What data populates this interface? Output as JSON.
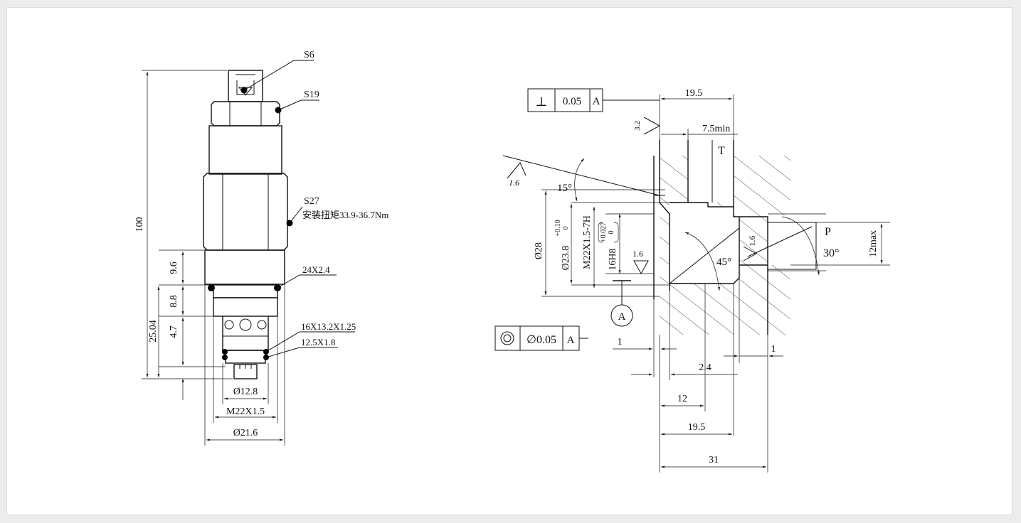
{
  "left_view": {
    "callouts": {
      "s6": "S6",
      "s19": "S19",
      "s27": "S27",
      "torque": "安装扭矩33.9-36.7Nm",
      "oring1": "24X2.4",
      "oring2": "16X13.2X1.25",
      "oring3": "12.5X1.8"
    },
    "dims": {
      "total_height": "100",
      "h_9_6": "9.6",
      "h_8_8": "8.8",
      "h_4_7": "4.7",
      "h_25_04": "25.04",
      "d_12_8": "Ø12.8",
      "thread": "M22X1.5",
      "d_21_6": "Ø21.6"
    }
  },
  "right_view": {
    "tol_perp": {
      "symbol": "⊥",
      "value": "0.05",
      "datum": "A"
    },
    "tol_conc": {
      "symbol": "◎",
      "value": "∅0.05",
      "datum": "A"
    },
    "datum_label": "A",
    "port_t": "T",
    "port_p": "P",
    "angle_15": "15°",
    "angle_45": "45°",
    "angle_30": "30°",
    "rough_1": "1.6",
    "rough_2": "3.2",
    "rough_3": "1.6",
    "rough_4": "1.6",
    "dims": {
      "top_19_5": "19.5",
      "top_7_5": "7.5min",
      "d28": "Ø28",
      "d23_8": "Ø23.8",
      "d23_8_tol_upper": "+0.10",
      "d23_8_tol_lower": "0",
      "thread": "M22X1.5-7H",
      "bore": "16H8",
      "bore_tol_upper": "+0.027",
      "bore_tol_lower": "0",
      "max12": "12max",
      "w1_left": "1",
      "w2_4": "2.4",
      "w1_right": "1",
      "w12": "12",
      "w19_5": "19.5",
      "w31": "31"
    }
  }
}
